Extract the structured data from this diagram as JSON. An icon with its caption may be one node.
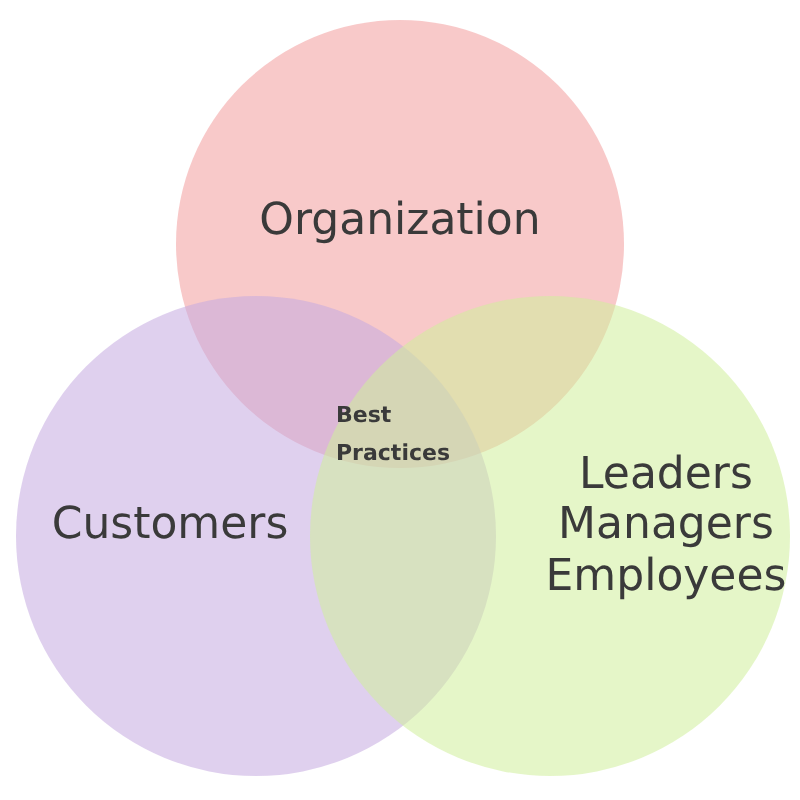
{
  "diagram": {
    "nodes": [
      {
        "text": [
          "Organization"
        ]
      },
      {
        "text": [
          "Customers"
        ]
      },
      {
        "text": [
          "Leaders Managers Employees"
        ]
      },
      {
        "text": [
          "Best Practices"
        ]
      }
    ]
  }
}
